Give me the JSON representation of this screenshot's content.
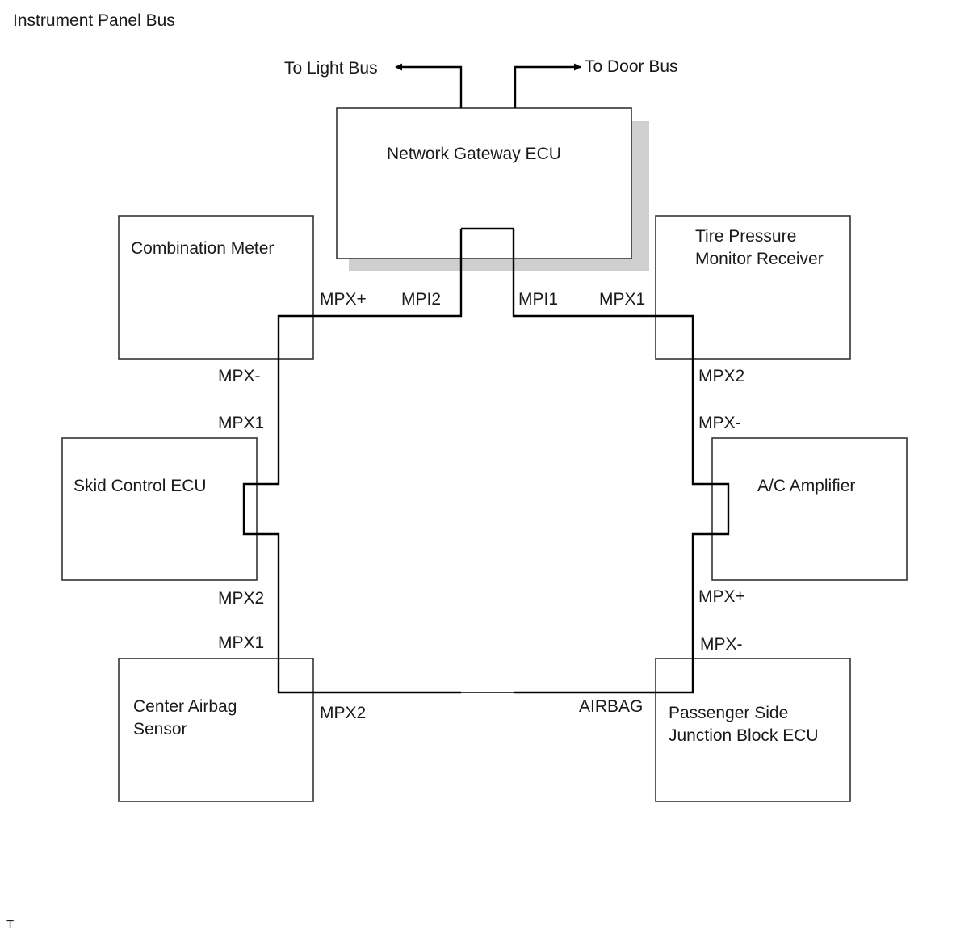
{
  "title": "Instrument Panel Bus",
  "footer_mark": "T",
  "outputs": {
    "light_bus": "To Light Bus",
    "door_bus": "To Door Bus"
  },
  "components": {
    "gateway": {
      "lines": [
        "Network Gateway ECU"
      ]
    },
    "combination_meter": {
      "lines": [
        "Combination Meter"
      ]
    },
    "tire_pressure": {
      "lines": [
        "Tire Pressure",
        "Monitor Receiver"
      ]
    },
    "skid_control": {
      "lines": [
        "Skid Control ECU"
      ]
    },
    "ac_amplifier": {
      "lines": [
        "A/C Amplifier"
      ]
    },
    "center_airbag": {
      "lines": [
        "Center Airbag",
        "Sensor"
      ]
    },
    "passenger_jb": {
      "lines": [
        "Passenger Side",
        "Junction Block ECU"
      ]
    }
  },
  "pins": {
    "meter_plus": "MPX+",
    "gateway_mpi2": "MPI2",
    "gateway_mpi1": "MPI1",
    "tire_mpx1": "MPX1",
    "meter_minus": "MPX-",
    "tire_mpx2": "MPX2",
    "skid_mpx1": "MPX1",
    "ac_minus": "MPX-",
    "skid_mpx2": "MPX2",
    "ac_plus": "MPX+",
    "airbag_mpx1": "MPX1",
    "jb_minus": "MPX-",
    "airbag_mpx2": "MPX2",
    "jb_airbag": "AIRBAG"
  }
}
